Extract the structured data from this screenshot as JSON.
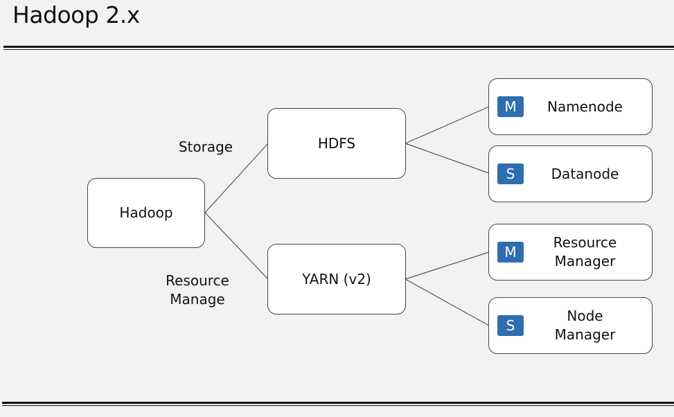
{
  "title": "Hadoop 2.x",
  "nodes": {
    "root": "Hadoop",
    "hdfs": "HDFS",
    "yarn": "YARN (v2)"
  },
  "edge_labels": {
    "storage": "Storage",
    "resource_manage": [
      "Resource",
      "Manage"
    ]
  },
  "leaves": {
    "namenode": {
      "badge": "M",
      "label": [
        "Namenode"
      ]
    },
    "datanode": {
      "badge": "S",
      "label": [
        "Datanode"
      ]
    },
    "resource_manager": {
      "badge": "M",
      "label": [
        "Resource",
        "Manager"
      ]
    },
    "node_manager": {
      "badge": "S",
      "label": [
        "Node",
        "Manager"
      ]
    }
  },
  "colors": {
    "badge": "#2e6db0",
    "background": "#f2f2f2"
  }
}
